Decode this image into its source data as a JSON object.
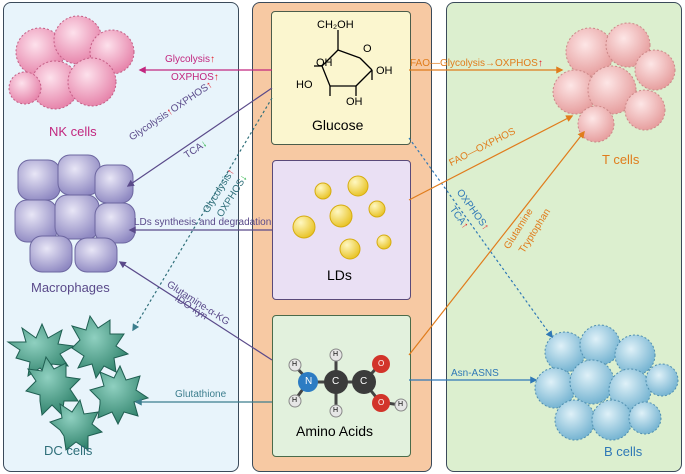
{
  "cells": {
    "nk": "NK cells",
    "macrophages": "Macrophages",
    "dc": "DC cells",
    "t": "T cells",
    "b": "B cells"
  },
  "metabolites": {
    "glucose": "Glucose",
    "lds": "LDs",
    "amino_acids": "Amino Acids"
  },
  "molecule_labels": {
    "ch2oh": "CH₂OH",
    "o": "O",
    "oh": "OH",
    "ho": "HO",
    "h": "H",
    "n": "N",
    "c": "C"
  },
  "pathways": {
    "nk_glycolysis": "Glycolysis",
    "nk_oxphos": "OXPHOS",
    "mac_glycolysis": "Glycolysis",
    "mac_oxphos": "OXPHOS",
    "mac_tca": "TCA",
    "dc_glycolysis": "Glycolysis",
    "dc_oxphos": "OXPHOS",
    "mac_lds": "LDs synthesis and degradation",
    "mac_glutamine": "Glutamine-α-KG",
    "mac_ido": "IDO-kyn",
    "dc_glutathione": "Glutathione",
    "t_glucose": "FAO—Glycolysis→OXPHOS",
    "t_lds": "FAO—OXPHOS",
    "t_glutamine": "Glutamine",
    "t_tryptophan": "Tryptophan",
    "b_oxphos": "OXPHOS",
    "b_tca": "TCA",
    "b_asn": "Asn-ASNS"
  },
  "symbols": {
    "up": "↑",
    "down": "↓"
  },
  "colors": {
    "nk": "#c2277f",
    "macrophage": "#5a4a8a",
    "dc": "#3c7e8e",
    "t": "#e07c1c",
    "b": "#2f78b6",
    "up": "#e4222c",
    "down": "#2fb54a"
  }
}
